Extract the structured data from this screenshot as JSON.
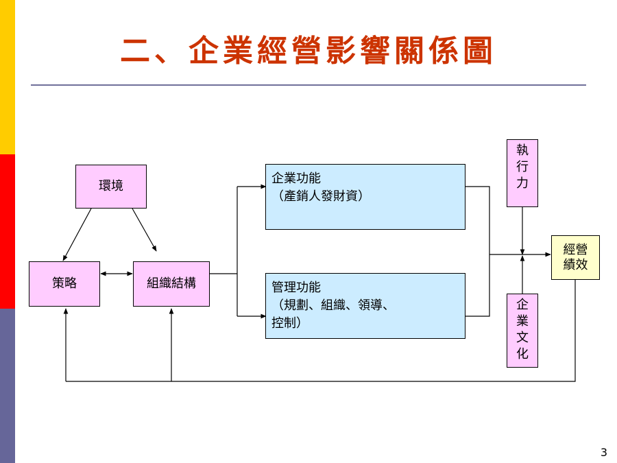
{
  "title": "二、企業經營影響關係圖",
  "nodes": {
    "environment": "環境",
    "strategy": "策略",
    "structure": "組織結構",
    "business_functions": "企業功能\n（產銷人發財資）",
    "management_functions": "管理功能\n（規劃、組織、領導、\n控制）",
    "execution": "執\n行\n力",
    "culture": "企\n業\n文\n化",
    "performance": "經營\n績效"
  },
  "page_number": "3",
  "colors": {
    "title": "#CC3300",
    "pink": "#FFCCFF",
    "blue": "#CCECFF",
    "yellow": "#FFFFCC",
    "accent_yellow": "#FFCC00",
    "accent_red": "#FF0000",
    "accent_purple": "#666699"
  }
}
